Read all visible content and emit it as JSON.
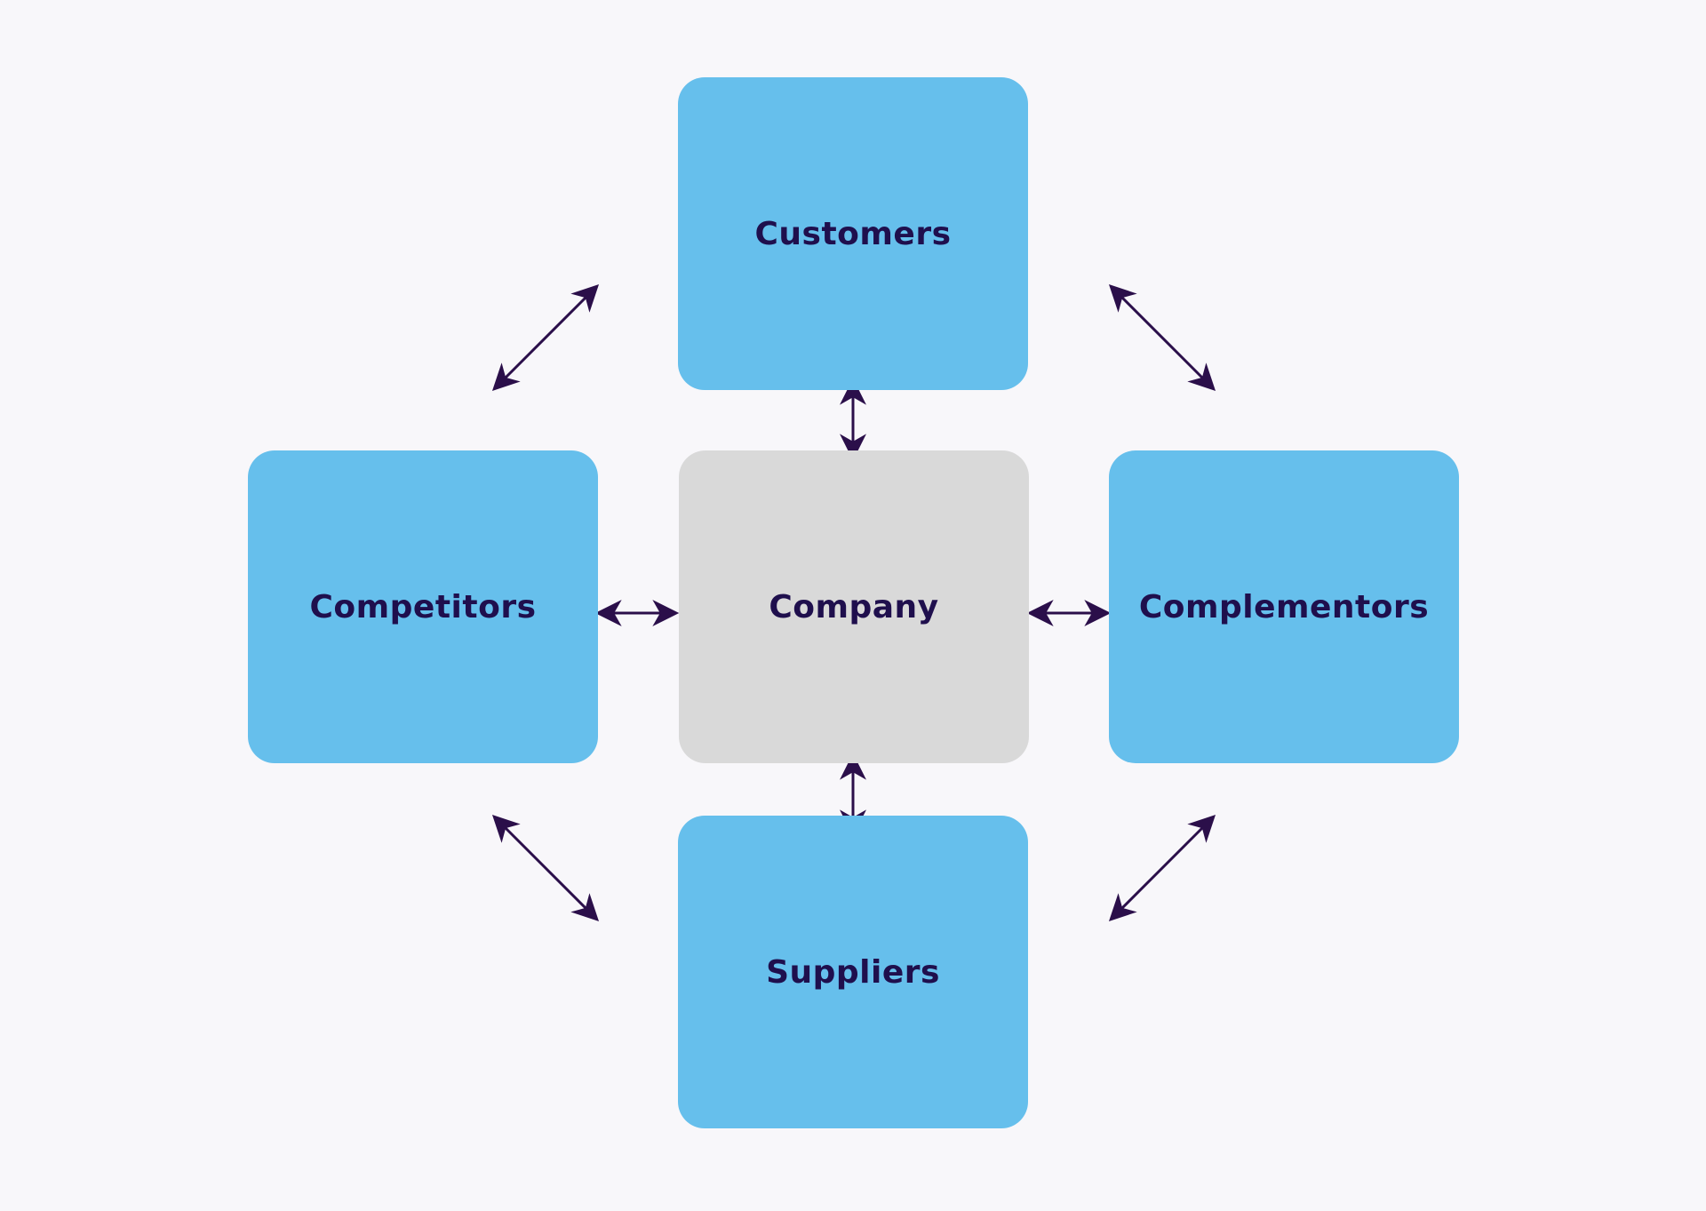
{
  "diagram": {
    "nodes": {
      "customers": {
        "label": "Customers",
        "fill": "#66bfec"
      },
      "company": {
        "label": "Company",
        "fill": "#d9d9d9"
      },
      "competitors": {
        "label": "Competitors",
        "fill": "#66bfec"
      },
      "complementors": {
        "label": "Complementors",
        "fill": "#66bfec"
      },
      "suppliers": {
        "label": "Suppliers",
        "fill": "#66bfec"
      }
    },
    "edges": [
      {
        "from": "customers",
        "to": "company",
        "type": "bidirectional"
      },
      {
        "from": "company",
        "to": "suppliers",
        "type": "bidirectional"
      },
      {
        "from": "competitors",
        "to": "company",
        "type": "bidirectional"
      },
      {
        "from": "company",
        "to": "complementors",
        "type": "bidirectional"
      },
      {
        "from": "competitors",
        "to": "customers",
        "type": "bidirectional"
      },
      {
        "from": "customers",
        "to": "complementors",
        "type": "bidirectional"
      },
      {
        "from": "competitors",
        "to": "suppliers",
        "type": "bidirectional"
      },
      {
        "from": "suppliers",
        "to": "complementors",
        "type": "bidirectional"
      }
    ],
    "colors": {
      "text": "#1f0f4d",
      "arrow": "#2b0f4a",
      "background": "#f8f7fa"
    }
  }
}
